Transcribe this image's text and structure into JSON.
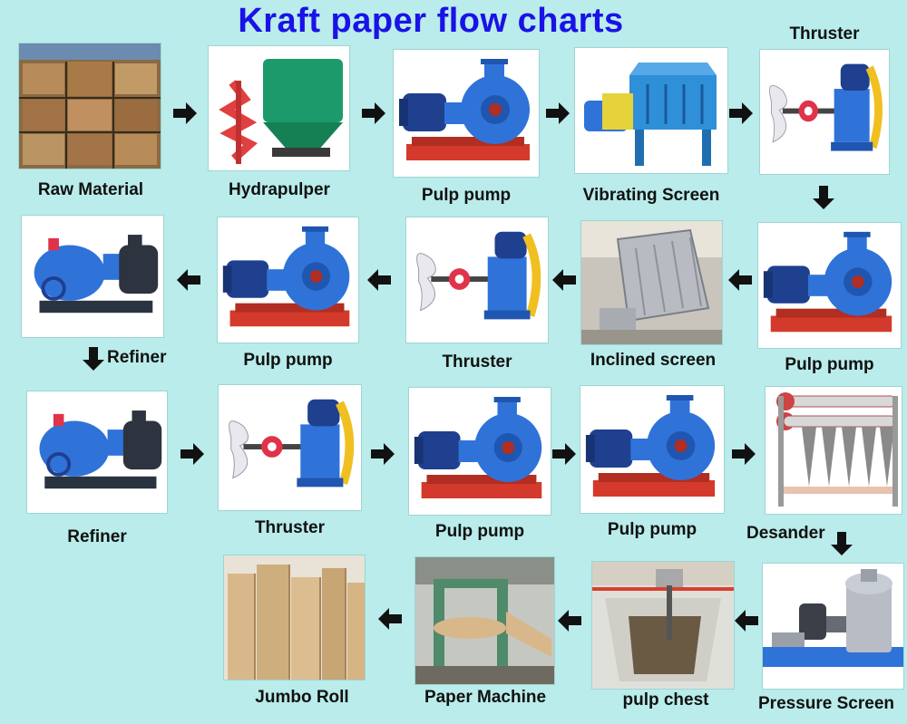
{
  "title": "Kraft paper flow charts",
  "labels": {
    "raw_material": "Raw Material",
    "hydrapulper": "Hydrapulper",
    "pulp_pump_1": "Pulp pump",
    "vibrating_screen": "Vibrating Screen",
    "thruster_1": "Thruster",
    "pulp_pump_2": "Pulp pump",
    "inclined_screen": "Inclined screen",
    "thruster_2": "Thruster",
    "pulp_pump_3": "Pulp pump",
    "refiner_1": "Refiner",
    "refiner_2": "Refiner",
    "thruster_3": "Thruster",
    "pulp_pump_4": "Pulp pump",
    "pulp_pump_5": "Pulp pump",
    "desander": "Desander",
    "pressure_screen": "Pressure Screen",
    "pulp_chest": "pulp chest",
    "paper_machine": "Paper Machine",
    "jumbo_roll": "Jumbo Roll"
  },
  "colors": {
    "background": "#b9ecea",
    "title": "#1a12e6",
    "arrow": "#111111",
    "machine_blue": "#2f73d9",
    "motor_blue": "#1f3f8f",
    "base_red": "#d33a2c",
    "hydrapulper_green": "#1d9a6b",
    "paper_tan": "#d8b88a"
  },
  "icons": {
    "arrow_right": "arrow-right-icon",
    "arrow_left": "arrow-left-icon",
    "arrow_down": "arrow-down-icon"
  }
}
